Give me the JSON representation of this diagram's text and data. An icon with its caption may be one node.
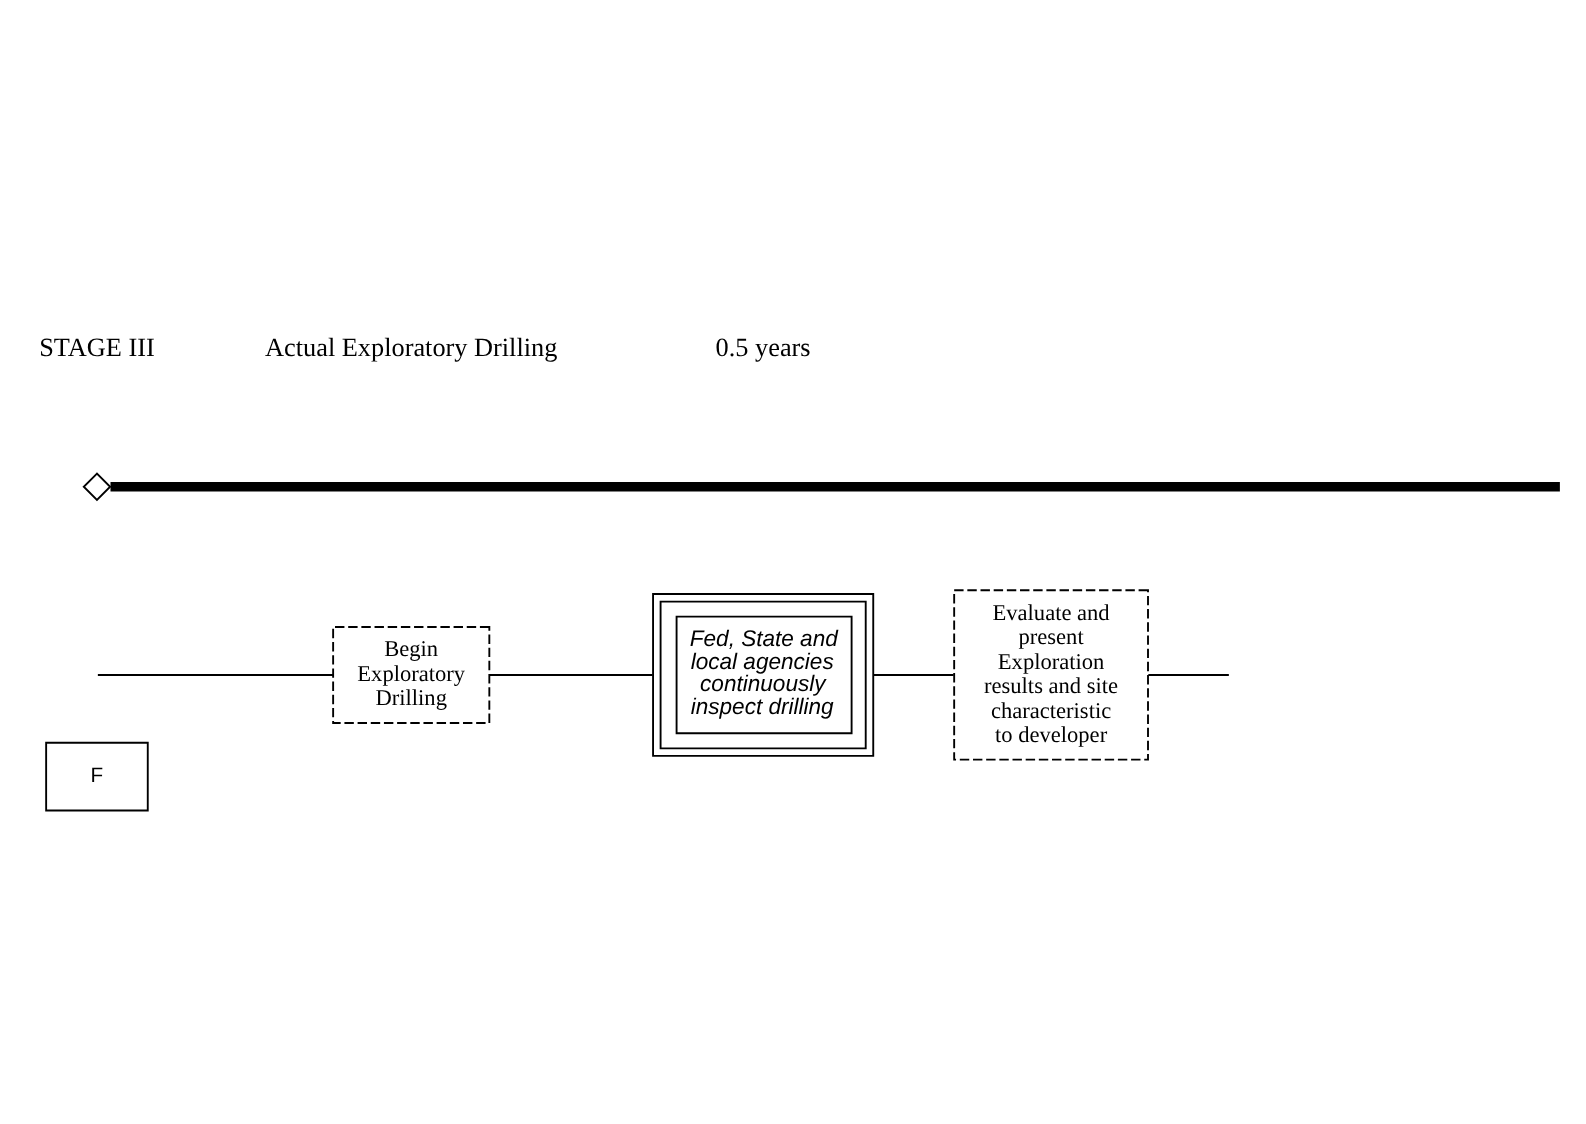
{
  "diagram": {
    "nodes": [
      {
        "text": [
          "F"
        ]
      },
      {
        "text": [
          "Begin Exploratory Drilling"
        ]
      },
      {
        "text": [
          "Fed, State and local agencies continuously inspect drilling"
        ]
      },
      {
        "text": [
          "Evaluate and present Exploration results and site characteristic to developer"
        ]
      },
      {
        "text": [],
        "shape": "diamond"
      }
    ],
    "edges": [
      {
        "from": null,
        "to": 1,
        "arrow": "none"
      },
      {
        "from": 1,
        "to": 2,
        "arrow": "none"
      },
      {
        "from": 2,
        "to": 3,
        "arrow": "none"
      },
      {
        "from": 3,
        "to": null,
        "arrow": "none"
      },
      {
        "from": 4,
        "to": null,
        "arrow": "none",
        "style": "thick"
      }
    ],
    "labels": [
      "STAGE III",
      "Actual Exploratory Drilling",
      "0.5 years"
    ]
  }
}
